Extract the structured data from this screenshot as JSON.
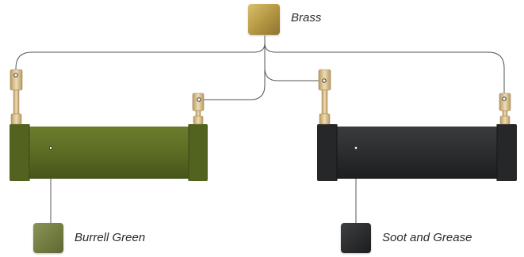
{
  "swatches": {
    "brass": {
      "label": "Brass",
      "color": "#c1a24c",
      "icon": "brass-swatch"
    },
    "burrell_green": {
      "label": "Burrell Green",
      "color": "#7a8346",
      "icon": "burrell-green-swatch"
    },
    "soot_and_grease": {
      "label": "Soot and Grease",
      "color": "#2b2d2f",
      "icon": "soot-and-grease-swatch"
    }
  },
  "colors": {
    "connector": "#555555",
    "green_body": "#5f6f25",
    "green_cap": "#52621f",
    "black_body": "#2e2f30",
    "black_cap": "#262728",
    "brass_fitting": "#d2b07a"
  }
}
